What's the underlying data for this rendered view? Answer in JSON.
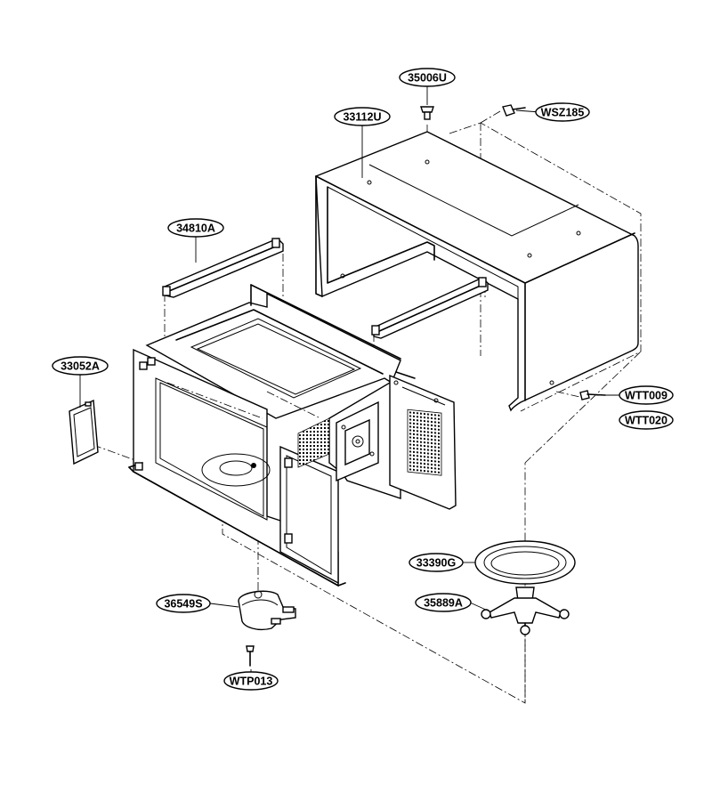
{
  "diagram": {
    "parts": [
      {
        "id": "35006U",
        "label": "35006U"
      },
      {
        "id": "WSZ185",
        "label": "WSZ185"
      },
      {
        "id": "33112U",
        "label": "33112U"
      },
      {
        "id": "34810A",
        "label": "34810A"
      },
      {
        "id": "33052A",
        "label": "33052A"
      },
      {
        "id": "WTT009",
        "label": "WTT009"
      },
      {
        "id": "WTT020",
        "label": "WTT020"
      },
      {
        "id": "33390G",
        "label": "33390G"
      },
      {
        "id": "35889A",
        "label": "35889A"
      },
      {
        "id": "36549S",
        "label": "36549S"
      },
      {
        "id": "WTP013",
        "label": "WTP013"
      }
    ]
  }
}
